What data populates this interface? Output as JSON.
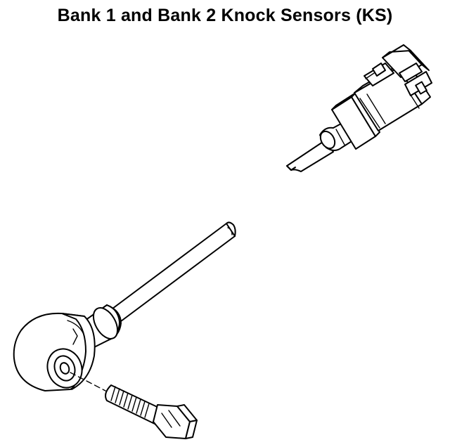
{
  "header": {
    "title": "Bank 1 and Bank 2 Knock Sensors (KS)"
  },
  "illustration": {
    "parts": [
      "harness-connector",
      "knock-sensor",
      "mounting-bolt"
    ]
  }
}
